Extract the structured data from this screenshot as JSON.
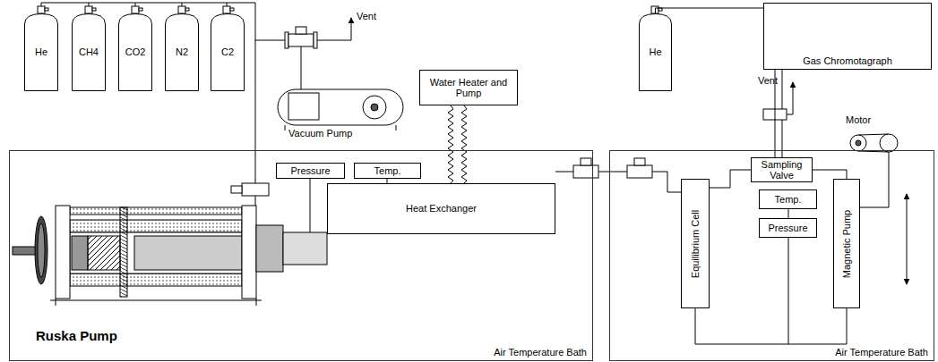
{
  "diagram": {
    "nodes": [
      {
        "text": [
          "He"
        ]
      },
      {
        "text": [
          "CH4"
        ]
      },
      {
        "text": [
          "CO2"
        ]
      },
      {
        "text": [
          "N2"
        ]
      },
      {
        "text": [
          "C2"
        ]
      },
      {
        "text": [
          "Water Heater and Pump"
        ]
      },
      {
        "text": [
          "He"
        ]
      },
      {
        "text": [
          "Gas Chromotagraph"
        ]
      },
      {
        "text": [
          "Air Temperature Bath"
        ]
      },
      {
        "text": [
          "Pressure"
        ],
        "in": 8
      },
      {
        "text": [
          "Temp."
        ],
        "in": 8
      },
      {
        "text": [
          "Heat Exchanger"
        ],
        "in": 8
      },
      {
        "text": [
          "Air Temperature Bath"
        ]
      },
      {
        "text": [
          "Sampling Valve"
        ],
        "in": 12
      },
      {
        "text": [
          "Equilibrium Cell"
        ],
        "in": 12
      },
      {
        "text": [
          "Temp."
        ],
        "in": 12
      },
      {
        "text": [
          "Pressure"
        ],
        "in": 12
      },
      {
        "text": [
          "Magnetic Pump"
        ],
        "in": 12
      }
    ],
    "edges": [
      {
        "from": 5,
        "to": 11,
        "arrow": "none"
      },
      {
        "from": 6,
        "to": 7,
        "arrow": "none"
      },
      {
        "from": 7,
        "to": 13,
        "arrow": "none"
      },
      {
        "from": 14,
        "to": 13,
        "arrow": "none"
      },
      {
        "from": 13,
        "to": 17,
        "arrow": "none"
      },
      {
        "from": 14,
        "to": 17,
        "arrow": "none"
      }
    ],
    "labels": [
      "Vent",
      "Vacuum Pump",
      "Vent",
      "Motor",
      "Ruska Pump"
    ]
  }
}
